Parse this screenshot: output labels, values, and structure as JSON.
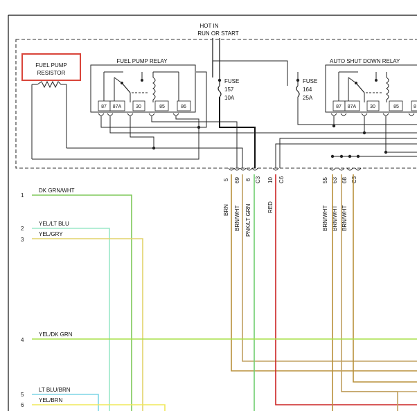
{
  "header": {
    "line1": "HOT IN",
    "line2": "RUN OR START"
  },
  "fuel_pump_resistor": {
    "line1": "FUEL PUMP",
    "line2": "RESISTOR",
    "highlight_color": "#d9453a"
  },
  "fuel_pump_relay": {
    "label": "FUEL PUMP RELAY",
    "terminals": [
      "87",
      "87A",
      "30",
      "85",
      "86"
    ]
  },
  "asd_relay": {
    "label": "AUTO SHUT DOWN RELAY",
    "terminals": [
      "87",
      "87A",
      "30",
      "85",
      "8"
    ]
  },
  "fuse_157": {
    "label": "FUSE",
    "number": "157",
    "rating": "10A"
  },
  "fuse_164": {
    "label": "FUSE",
    "number": "164",
    "rating": "25A"
  },
  "connector_pins": [
    {
      "pin": "5",
      "cavity": "69",
      "wire": "BRN",
      "color": "#b8903a"
    },
    {
      "pin": "69",
      "cavity": "6",
      "wire": "BRN/WHT",
      "color": "#b8903a"
    },
    {
      "pin": "6",
      "cavity": "C3",
      "wire": "PNK/LT GRN",
      "color": "#6fcf6f"
    },
    {
      "pin": "C3",
      "cavity": "10",
      "wire": "",
      "color": "#333333"
    },
    {
      "pin": "10",
      "cavity": "C6",
      "wire": "RED",
      "color": "#cc2222"
    },
    {
      "pin": "55",
      "cavity": "63",
      "wire": "BRN/WHT",
      "color": "#b8903a"
    },
    {
      "pin": "63",
      "cavity": "68",
      "wire": "BRN/WHT",
      "color": "#b8903a"
    },
    {
      "pin": "68",
      "cavity": "C3",
      "wire": "BRN/WHT",
      "color": "#b8903a"
    },
    {
      "pin": "C3",
      "cavity": "",
      "wire": "",
      "color": "#333333"
    }
  ],
  "pin_labels": [
    "5",
    "69",
    "6",
    "C3",
    "10",
    "C6",
    "55",
    "63",
    "68",
    "C3"
  ],
  "vertical_wire_labels": [
    "BRN",
    "BRN/WHT",
    "PNK/LT GRN",
    "RED",
    "BRN/WHT",
    "BRN/WHT",
    "BRN/WHT"
  ],
  "left_wires": [
    {
      "num": "1",
      "label": "DK GRN/WHT",
      "color": "#7ec85a"
    },
    {
      "num": "2",
      "label": "YEL/LT BLU",
      "color": "#9be8c8"
    },
    {
      "num": "3",
      "label": "YEL/GRY",
      "color": "#e2d36a"
    },
    {
      "num": "4",
      "label": "YEL/DK GRN",
      "color": "#a8e04a"
    },
    {
      "num": "5",
      "label": "LT BLU/BRN",
      "color": "#7fd6e6"
    },
    {
      "num": "6",
      "label": "YEL/BRN",
      "color": "#f0e85a"
    }
  ]
}
